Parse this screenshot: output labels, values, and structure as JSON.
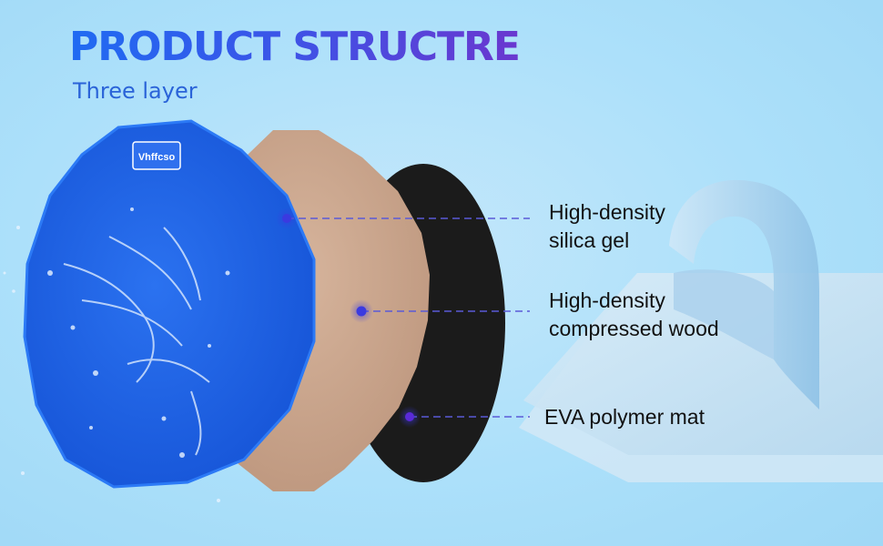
{
  "heading": {
    "title": "PRODUCT STRUCTRE",
    "subtitle": "Three layer"
  },
  "brand": {
    "logo_text": "Vhffcso"
  },
  "layers": [
    {
      "line1": "High-density",
      "line2": "silica gel",
      "color": "#1f63e6"
    },
    {
      "line1": "High-density",
      "line2": "compressed wood",
      "color": "#c9a58d"
    },
    {
      "line1": "EVA polymer mat",
      "line2": "",
      "color": "#1b1b1b"
    }
  ],
  "colors": {
    "title_start": "#1f6bf2",
    "title_end": "#6a37cf",
    "leader_line": "#5a5ad8",
    "marker": "#3a3ae0"
  }
}
